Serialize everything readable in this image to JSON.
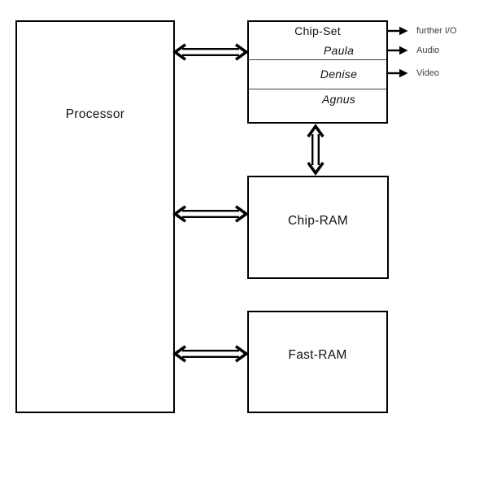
{
  "diagram": {
    "title": "amiga-chipset-architecture",
    "background": "#ffffff",
    "colors": {
      "line": "#000000",
      "divider": "#3f3f3f",
      "box_label": "#111111",
      "output_label": "#3d3d3d"
    },
    "boxes": {
      "processor": {
        "label": "Processor"
      },
      "chipset": {
        "title": "Chip-Set",
        "chips": [
          {
            "label": "Paula"
          },
          {
            "label": "Denise"
          },
          {
            "label": "Agnus"
          }
        ]
      },
      "chipram": {
        "label": "Chip-RAM"
      },
      "fastram": {
        "label": "Fast-RAM"
      }
    },
    "outputs": [
      {
        "label": "further I/O"
      },
      {
        "label": "Audio"
      },
      {
        "label": "Video"
      }
    ],
    "connections": {
      "bidirectional": [
        {
          "from": "Processor",
          "to": "Chip-Set"
        },
        {
          "from": "Processor",
          "to": "Chip-RAM"
        },
        {
          "from": "Processor",
          "to": "Fast-RAM"
        },
        {
          "from": "Chip-Set",
          "to": "Chip-RAM"
        }
      ],
      "unidirectional": [
        {
          "from": "Chip-Set",
          "to": "further I/O"
        },
        {
          "from": "Chip-Set",
          "to": "Audio"
        },
        {
          "from": "Chip-Set",
          "to": "Video"
        }
      ]
    }
  }
}
